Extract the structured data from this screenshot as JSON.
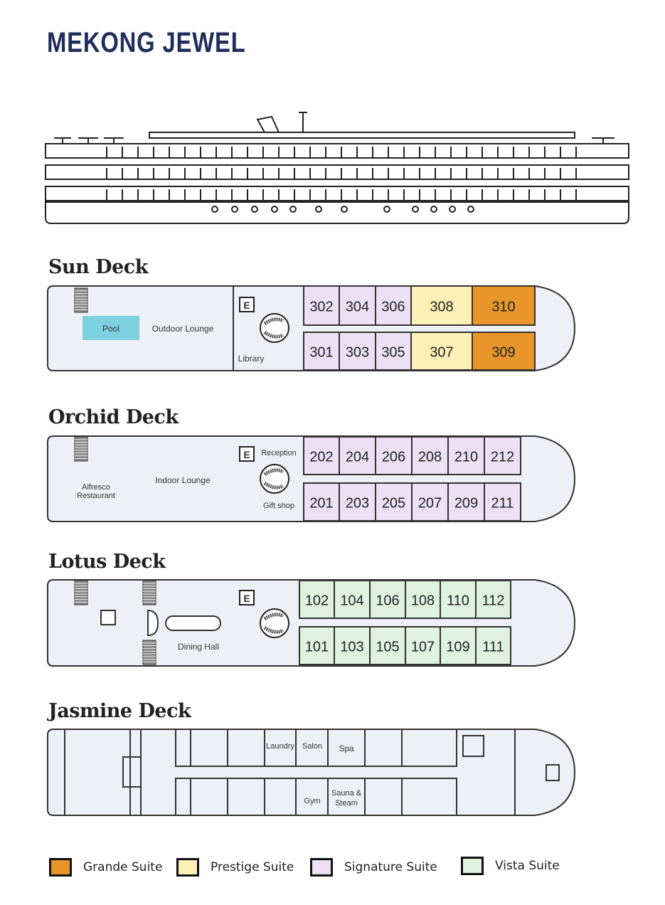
{
  "title": "MEKONG JEWEL",
  "colors": {
    "grande": "#e8962a",
    "prestige": "#fcf0b6",
    "signature": "#ede0f5",
    "vista": "#dff2df",
    "deck": "#eef0f7",
    "pool": "#7dd0e0",
    "title": "#1f2d5a"
  },
  "decks": [
    {
      "name": "Sun Deck",
      "labels": [
        "Pool",
        "Outdoor Lounge",
        "Library",
        "E"
      ],
      "top": [
        [
          "302",
          "signature"
        ],
        [
          "304",
          "signature"
        ],
        [
          "306",
          "signature"
        ],
        [
          "308",
          "prestige"
        ],
        [
          "310",
          "grande"
        ]
      ],
      "bottom": [
        [
          "301",
          "signature"
        ],
        [
          "303",
          "signature"
        ],
        [
          "305",
          "signature"
        ],
        [
          "307",
          "prestige"
        ],
        [
          "309",
          "grande"
        ]
      ]
    },
    {
      "name": "Orchid Deck",
      "labels": [
        "Alfresco",
        "Restaurant",
        "Indoor Lounge",
        "Reception",
        "Gift shop",
        "E"
      ],
      "top": [
        [
          "202",
          "signature"
        ],
        [
          "204",
          "signature"
        ],
        [
          "206",
          "signature"
        ],
        [
          "208",
          "signature"
        ],
        [
          "210",
          "signature"
        ],
        [
          "212",
          "signature"
        ]
      ],
      "bottom": [
        [
          "201",
          "signature"
        ],
        [
          "203",
          "signature"
        ],
        [
          "205",
          "signature"
        ],
        [
          "207",
          "signature"
        ],
        [
          "209",
          "signature"
        ],
        [
          "211",
          "signature"
        ]
      ]
    },
    {
      "name": "Lotus Deck",
      "labels": [
        "Dining Hall",
        "E"
      ],
      "top": [
        [
          "102",
          "vista"
        ],
        [
          "104",
          "vista"
        ],
        [
          "106",
          "vista"
        ],
        [
          "108",
          "vista"
        ],
        [
          "110",
          "vista"
        ],
        [
          "112",
          "vista"
        ]
      ],
      "bottom": [
        [
          "101",
          "vista"
        ],
        [
          "103",
          "vista"
        ],
        [
          "105",
          "vista"
        ],
        [
          "107",
          "vista"
        ],
        [
          "109",
          "vista"
        ],
        [
          "111",
          "vista"
        ]
      ]
    },
    {
      "name": "Jasmine Deck",
      "labels": [
        "Laundry",
        "Salon",
        "Spa",
        "Gym",
        "Sauna &",
        "Steam"
      ]
    }
  ],
  "legend": [
    {
      "label": "Grande Suite",
      "type": "grande"
    },
    {
      "label": "Prestige Suite",
      "type": "prestige"
    },
    {
      "label": "Signature Suite",
      "type": "signature"
    },
    {
      "label": "Vista Suite",
      "type": "vista"
    }
  ]
}
